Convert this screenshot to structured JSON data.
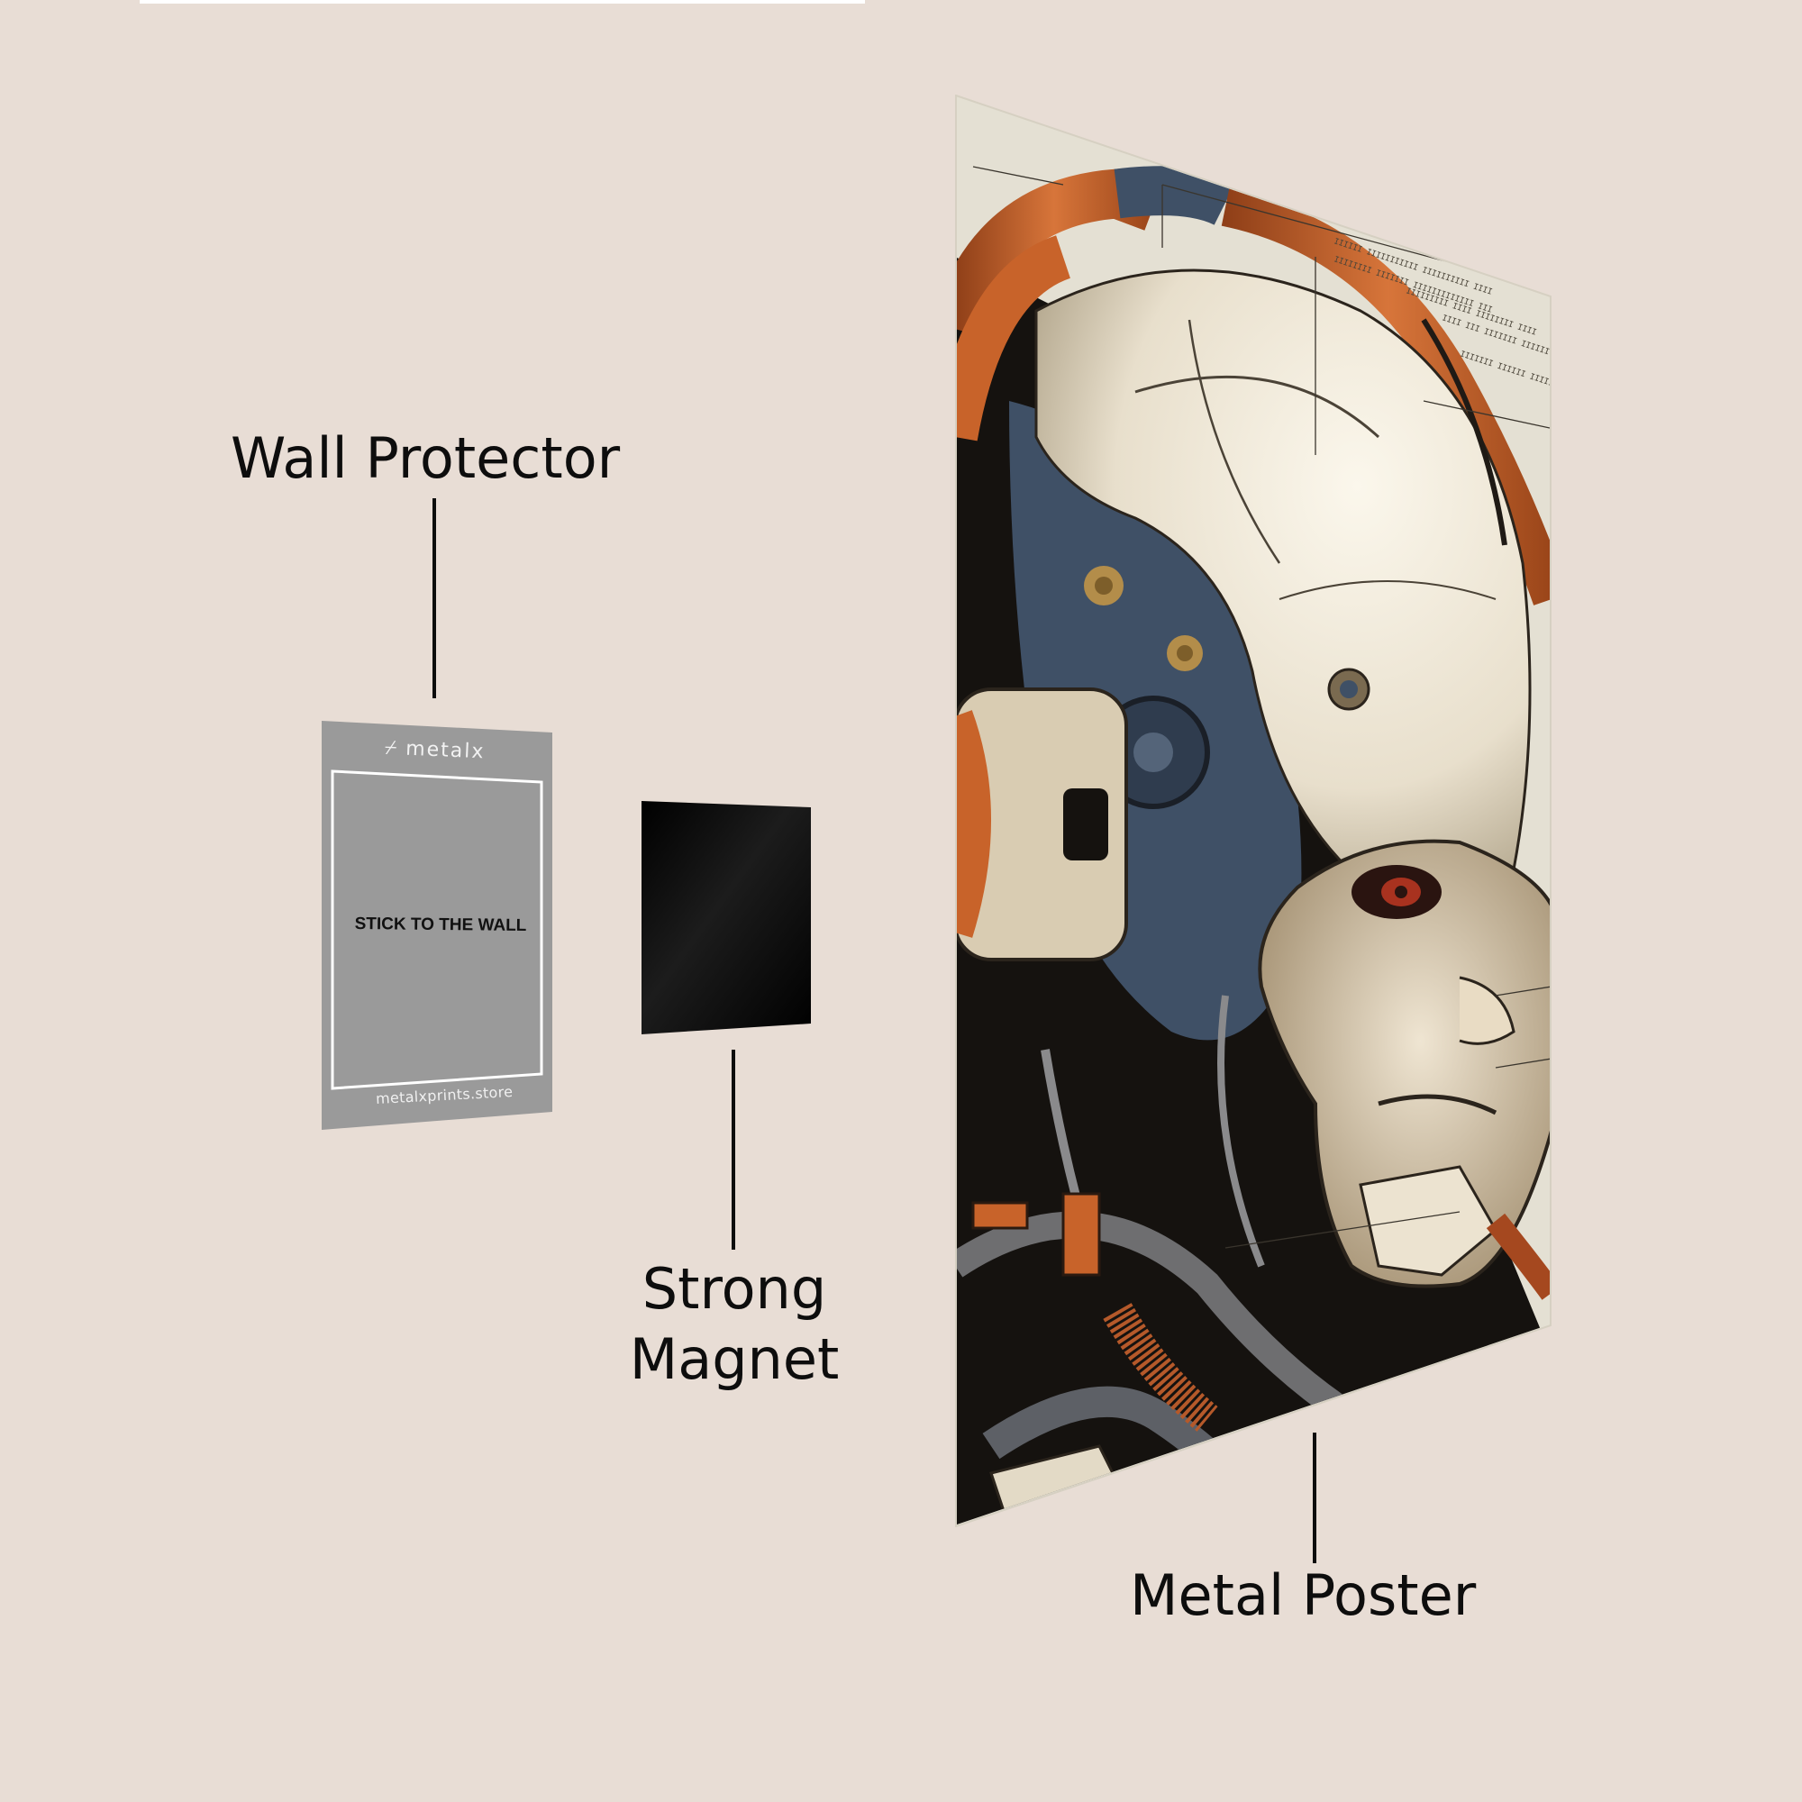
{
  "labels": {
    "wall_protector": "Wall Protector",
    "strong_magnet_line1": "Strong",
    "strong_magnet_line2": "Magnet",
    "metal_poster": "Metal Poster"
  },
  "wall_protector_plate": {
    "brand_mark": "⌿",
    "brand_name": "metalx",
    "center_text": "STICK TO THE WALL",
    "footer_url": "metalxprints.store",
    "plate_color": "#9a9a9a",
    "frame_color": "#ffffff"
  },
  "magnet": {
    "color": "#050505"
  },
  "poster": {
    "artwork_subject": "mechanical robot head illustration",
    "palette": {
      "paper": "#e6e2d6",
      "armor": "#ede6d6",
      "orange": "#c8632a",
      "steel_blue": "#3f5066",
      "dark": "#14110f",
      "grey_cable": "#6e6e70"
    }
  },
  "colors": {
    "background": "#e8ddd5",
    "text": "#0d0d0d"
  }
}
